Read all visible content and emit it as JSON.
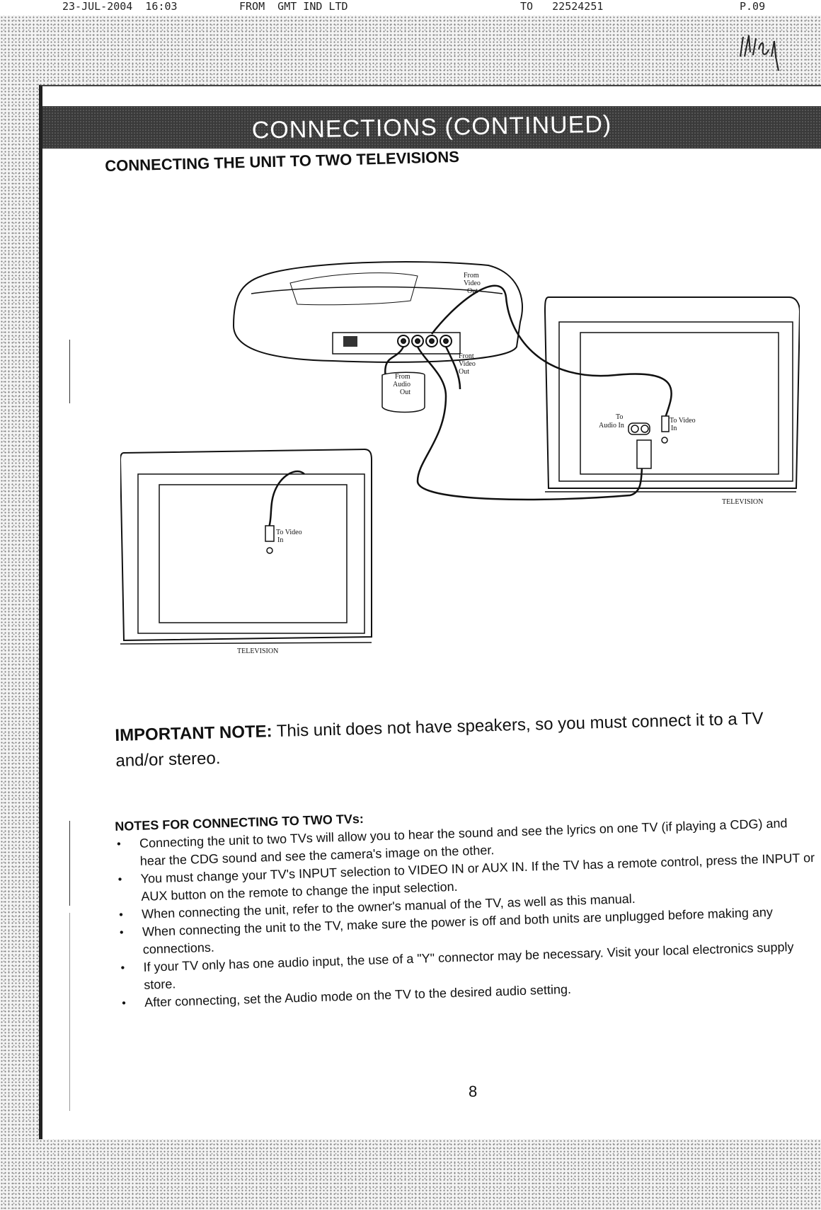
{
  "fax_header": {
    "date_time": "23-JUL-2004  16:03",
    "from": "FROM  GMT IND LTD",
    "to": "TO   22524251",
    "page": "P.09"
  },
  "banner": {
    "title": "CONNECTIONS (CONTINUED)"
  },
  "section": {
    "title": "CONNECTING THE UNIT TO TWO TELEVISIONS"
  },
  "diagram": {
    "labels": {
      "from_video_out_top": [
        "From",
        "Video",
        "Out"
      ],
      "from_video_out_mid": [
        "Front",
        "Video",
        "Out"
      ],
      "from_audio_out": [
        "From",
        "Audio",
        "Out"
      ],
      "to_video_in_right": [
        "To Video",
        "In"
      ],
      "to_audio_in": [
        "To",
        "Audio In"
      ],
      "to_video_in_left": [
        "To Video",
        "In"
      ],
      "television_right": "TELEVISION",
      "television_left": "TELEVISION"
    }
  },
  "important": {
    "label": "IMPORTANT NOTE:",
    "text": " This unit does not have speakers, so you must connect it to a TV and/or stereo."
  },
  "notes": {
    "title": "NOTES FOR CONNECTING TO TWO TVs:",
    "items": [
      "Connecting the unit to two TVs will allow you to hear the sound and see the lyrics on one TV (if playing a CDG) and hear the CDG sound and see the camera's image on the other.",
      "You must change your TV's INPUT selection to VIDEO IN or AUX IN. If the TV has a remote control, press the INPUT or AUX button on the remote to change the input selection.",
      "When connecting the unit, refer to the owner's manual of the TV, as well as this manual.",
      "When connecting the unit to the TV, make sure the power is off and both units are unplugged before making any connections.",
      "If your TV only has one audio input, the use of a \"Y\" connector may be necessary. Visit your local electronics supply store.",
      "After connecting, set the Audio mode on the TV to the desired audio setting."
    ]
  },
  "page_number": "8"
}
